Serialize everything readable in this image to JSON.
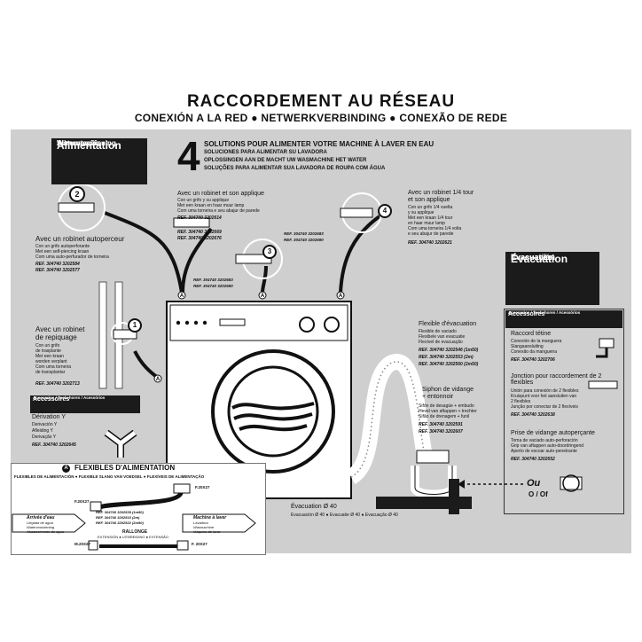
{
  "header": {
    "title": "RACCORDEMENT AU RÉSEAU",
    "subtitle": "CONEXIÓN A LA RED ● NETWERKVERBINDING ● CONEXÃO DE REDE"
  },
  "alimentation": {
    "lines": [
      "Alimentation",
      "Alimentación",
      "Watervoorziening",
      "Alimentação"
    ]
  },
  "solutions": {
    "number": "4",
    "lines": [
      "SOLUTIONS POUR ALIMENTER VOTRE MACHINE À LAVER EN EAU",
      "SOLUCIONES PARA ALIMENTAR SU LAVADORA",
      "OPLOSSINGEN AAN DE MACHT UW WASMACHINE HET WATER",
      "SOLUÇÕES PARA ALIMENTAR SUA LAVADORA DE ROUPA COM ÁGUA"
    ]
  },
  "opt1": {
    "num": "1",
    "title": [
      "Avec un robinet",
      "de repiquage"
    ],
    "lines": [
      "Con un grifo",
      "de trasplante",
      "Met een kraan",
      "worden verplant",
      "Com uma torneira",
      "de transplantar"
    ],
    "ref": "REF. 304740 3202713"
  },
  "opt2": {
    "num": "2",
    "title": "Avec un robinet autoperceur",
    "lines": [
      "Con un grifo autoperforante",
      "Met een self-piercing kraan",
      "Com uma auto-perfurador de torneira"
    ],
    "refs": [
      "REF. 304740 3202584",
      "REF. 304740 3202577"
    ]
  },
  "opt3": {
    "num": "3",
    "title": "Avec un robinet et son applique",
    "lines": [
      "Con un grifo y su applique",
      "Met een kraan en haar muur lamp",
      "Com uma torneira e seu abajur de parede"
    ],
    "refs": [
      "REF. 304740 3202614",
      "REF. 304740 3202669",
      "REF. 304740 3202676"
    ],
    "refs_b": [
      "REF. 304740 3202683",
      "REF. 304740 3202690"
    ]
  },
  "opt4": {
    "num": "4",
    "title": [
      "Avec un robinet 1/4 tour",
      "et son applique"
    ],
    "lines": [
      "Con un grifo 1/4 vuelta",
      "y su applique",
      "Met een kraan 1/4 tour",
      "en haar muur lamp",
      "Com uma torneira 1/4 volta",
      "e seu abajur de parede"
    ],
    "ref": "REF. 304740 3202621",
    "refs_b": [
      "REF. 304740 3202683",
      "REF. 304740 3202690"
    ]
  },
  "accessoires_left": {
    "title": "Accessoires",
    "sub": "Accesorios / Toebehoren / Acessórios",
    "item": [
      "Dérivation Y",
      "Derivación Y",
      "Afleiding Y",
      "Derivação Y"
    ],
    "ref": "REF. 304740 3202645"
  },
  "evacuation": {
    "lines": [
      "Évacuation",
      "Evacuación",
      "Evacuatie",
      "Evacuação"
    ]
  },
  "flexible_evac": {
    "title": "Flexible d'évacuation",
    "lines": [
      "Flexible de vaciado",
      "Flexibele van evacuatie",
      "Flexível de evacuação"
    ],
    "refs": [
      "REF. 304740 3202546 (1m50)",
      "REF. 304740 3202553 (2m)",
      "REF. 304740 3202560 (2m50)"
    ]
  },
  "siphon": {
    "title": [
      "Siphon de vidange",
      "+ entonnoir"
    ],
    "lines": [
      "Sifón de desagüe + embudo",
      "Hevel van aftappen + trechter",
      "Sifão de drenagem + funil"
    ],
    "refs": [
      "REF. 304740 3202591",
      "REF. 304740 3202607"
    ]
  },
  "accessoires_right": {
    "title": "Accessoires",
    "sub": "Accesorios / Toebehoren / Acessórios",
    "items": [
      {
        "title": "Raccord tétine",
        "lines": [
          "Conexión de la manguera",
          "Slangaansluiting",
          "Conexão da mangueira"
        ],
        "ref": "REF. 304740 3202706"
      },
      {
        "title": "Jonction pour raccordement de 2 flexibles",
        "lines": [
          "Unión para conexión de 2 flexibles",
          "Kruispunt voor het aansluiten van",
          "2 flexibles",
          "Junção por conectar de 2 flexíveis"
        ],
        "ref": "REF. 304740 3202638"
      },
      {
        "title": "Prise de vidange autoperçante",
        "lines": [
          "Toma de vaciado auto-perforación",
          "Grip van aftappen auto-doordringend",
          "Aperto de escoar auto-penetrante"
        ],
        "ref": "REF. 304740 3202652"
      }
    ]
  },
  "ou": {
    "main": "Ou",
    "sub": "O / Of"
  },
  "evac40": {
    "title": "Évacuation Ø 40",
    "sub": "Evacuación Ø 40 ● Evacuatie Ø 40 ● Evacuação Ø 40"
  },
  "flexibles": {
    "badge": "A",
    "title": "FLEXIBLES D'ALIMENTATION",
    "sub": "FLEXIBLES DE ALIMENTACIÓN ● FLEXIBLE SLANG VAN VOEDSEL ● FLEXÍVEIS DE ALIMENTAÇÃO",
    "f20x27_top": "F.20X27",
    "f20x27_left": "F.20X27",
    "arrivee": [
      "Arrivée d'eau",
      "Llegada de agua",
      "Watervoorziening",
      "Abastecimento de água"
    ],
    "machine": [
      "Machine à laver",
      "Lavadora",
      "Wasmachine",
      "Máquina de lavar"
    ],
    "refs": [
      "REF. 304740 3202539 (1m50)",
      "REF. 304740 3202515 (2m)",
      "REF. 304740 3202522 (2m50)"
    ],
    "rallonge": "RALLONGE",
    "rallonge_sub": "EXTENSIÓN ● UITBREIDING ● EXTENSÃO",
    "m20x27": "M.20X27",
    "f20x27_bottom": "F. 20X27"
  }
}
